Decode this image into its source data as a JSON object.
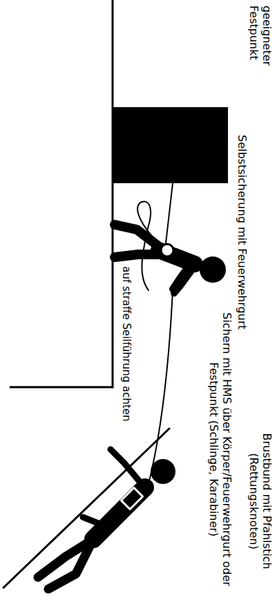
{
  "diagram": {
    "labels": [
      "geeigneter Festpunkt",
      "Selbstsicherung mit Feuerwehrgurt",
      "Sichern mit HMS über Körper/Feuerwehrgurt oder Festpunkt (Schlinge, Karabiner)",
      "auf straffe Seilführung achten",
      "Brustbund mit Pfahlstich (Rettungsknoten)"
    ]
  }
}
